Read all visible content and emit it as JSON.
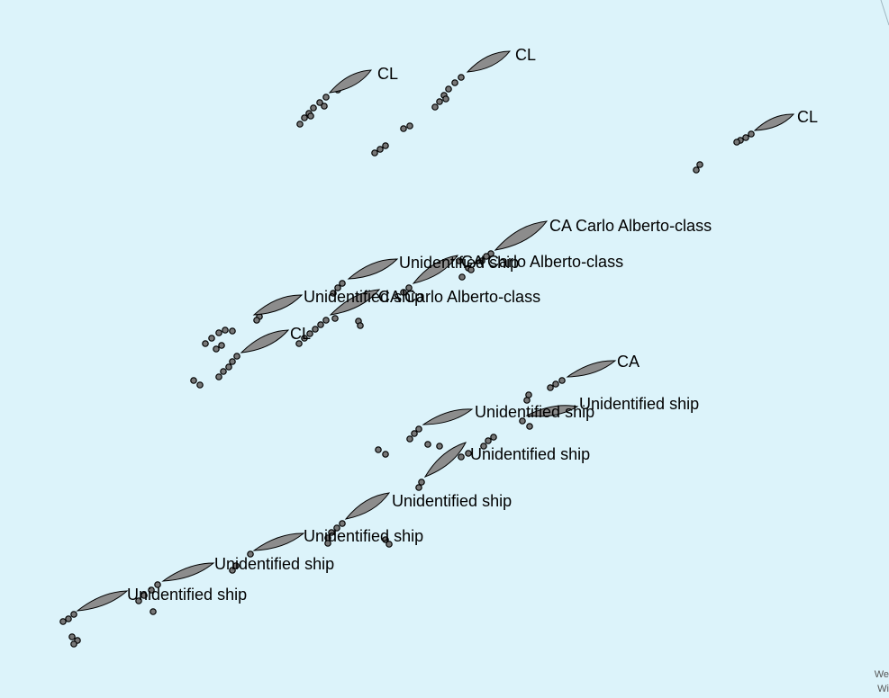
{
  "map": {
    "background_color": "#dcf3fa",
    "ship_fill_color": "#8c8c8c",
    "ship_outline_color": "#000000",
    "corner_text": [
      "We",
      "Wi"
    ]
  },
  "ships": [
    {
      "id": "cl-1",
      "label": "CL"
    },
    {
      "id": "cl-2",
      "label": "CL"
    },
    {
      "id": "cl-3",
      "label": "CL"
    },
    {
      "id": "ca-carlo-1",
      "label": "CA Carlo Alberto-class"
    },
    {
      "id": "unident-a",
      "label": "Unidentified ship"
    },
    {
      "id": "ca-carlo-2",
      "label": "CA Carlo Alberto-class"
    },
    {
      "id": "unident-b",
      "label": "Unidentified ship"
    },
    {
      "id": "ca-carlo-3",
      "label": "CA Carlo Alberto-class"
    },
    {
      "id": "cl-4",
      "label": "CL"
    },
    {
      "id": "ca-1",
      "label": "CA"
    },
    {
      "id": "unident-c",
      "label": "Unidentified ship"
    },
    {
      "id": "unident-d",
      "label": "Unidentified ship"
    },
    {
      "id": "unident-e",
      "label": "Unidentified ship"
    },
    {
      "id": "unident-f",
      "label": "Unidentified ship"
    },
    {
      "id": "unident-g",
      "label": "Unidentified ship"
    },
    {
      "id": "unident-h",
      "label": "Unidentified ship"
    },
    {
      "id": "unident-i",
      "label": "Unidentified ship"
    }
  ]
}
